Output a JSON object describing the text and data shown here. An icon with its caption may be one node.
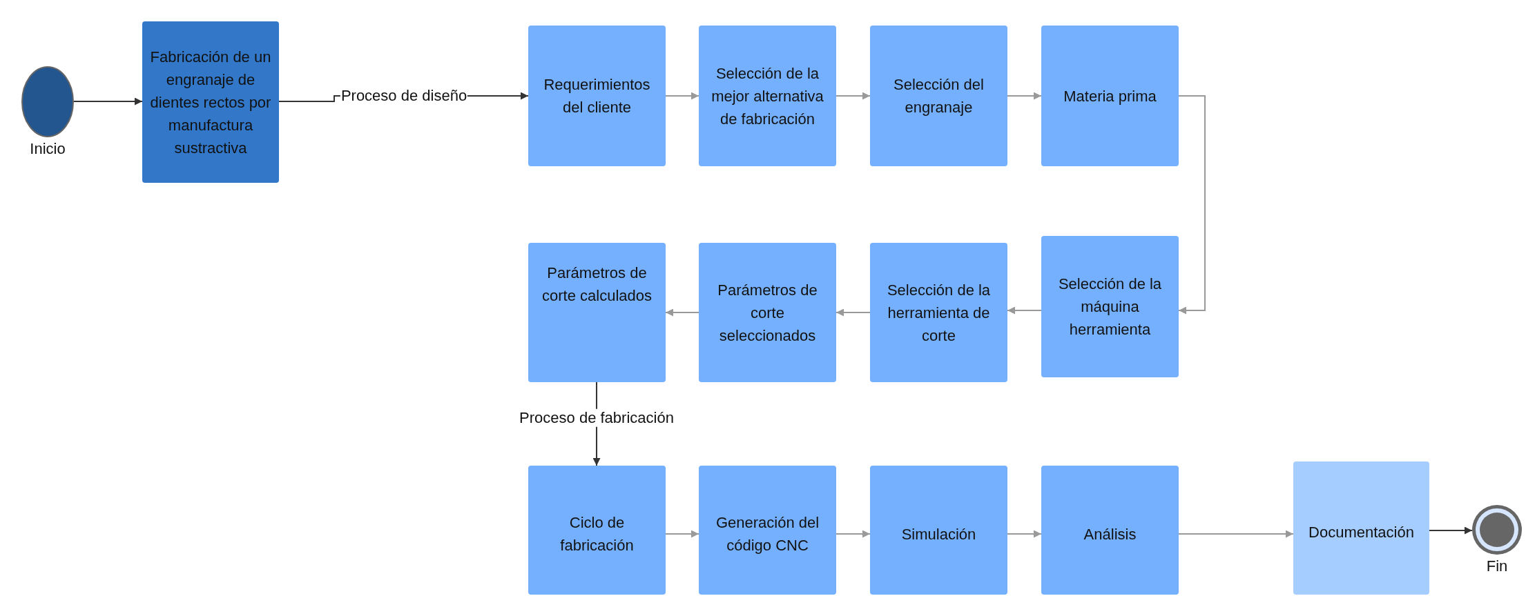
{
  "diagram": {
    "nodes": [
      {
        "text": [
          "Inicio"
        ]
      },
      {
        "text": [
          "Fabricación de un engranaje de dientes rectos por manufactura sustractiva"
        ]
      },
      {
        "text": [
          "Requerimientos del cliente"
        ]
      },
      {
        "text": [
          "Selección de la mejor alternativa de fabricación"
        ]
      },
      {
        "text": [
          "Selección del engranaje"
        ]
      },
      {
        "text": [
          "Materia prima"
        ]
      },
      {
        "text": [
          "Selección de la máquina herramienta"
        ]
      },
      {
        "text": [
          "Selección de la herramienta de corte"
        ]
      },
      {
        "text": [
          "Parámetros de corte seleccionados"
        ]
      },
      {
        "text": [
          "Parámetros de corte calculados"
        ]
      },
      {
        "text": [
          "Ciclo de fabricación"
        ]
      },
      {
        "text": [
          "Generación del código CNC"
        ]
      },
      {
        "text": [
          "Simulación"
        ]
      },
      {
        "text": [
          "Análisis"
        ]
      },
      {
        "text": [
          "Documentación"
        ]
      },
      {
        "text": [
          "Fin"
        ]
      }
    ],
    "edges": [
      {
        "from": 0,
        "to": 1,
        "arrow": "to",
        "color": "#333333"
      },
      {
        "from": 1,
        "to": 2,
        "arrow": "to",
        "label": "Proceso de diseño",
        "color": "#333333"
      },
      {
        "from": 2,
        "to": 3,
        "arrow": "to"
      },
      {
        "from": 3,
        "to": 4,
        "arrow": "to"
      },
      {
        "from": 4,
        "to": 5,
        "arrow": "to"
      },
      {
        "from": 5,
        "to": 6,
        "arrow": "to"
      },
      {
        "from": 6,
        "to": 7,
        "arrow": "to"
      },
      {
        "from": 7,
        "to": 8,
        "arrow": "to"
      },
      {
        "from": 8,
        "to": 9,
        "arrow": "to"
      },
      {
        "from": 9,
        "to": 10,
        "arrow": "to",
        "label": "Proceso de fabricación",
        "color": "#333333"
      },
      {
        "from": 10,
        "to": 11,
        "arrow": "to"
      },
      {
        "from": 11,
        "to": 12,
        "arrow": "to"
      },
      {
        "from": 12,
        "to": 13,
        "arrow": "to"
      },
      {
        "from": 13,
        "to": 14,
        "arrow": "to"
      },
      {
        "from": 14,
        "to": 15,
        "arrow": "to",
        "color": "#333333"
      }
    ]
  }
}
